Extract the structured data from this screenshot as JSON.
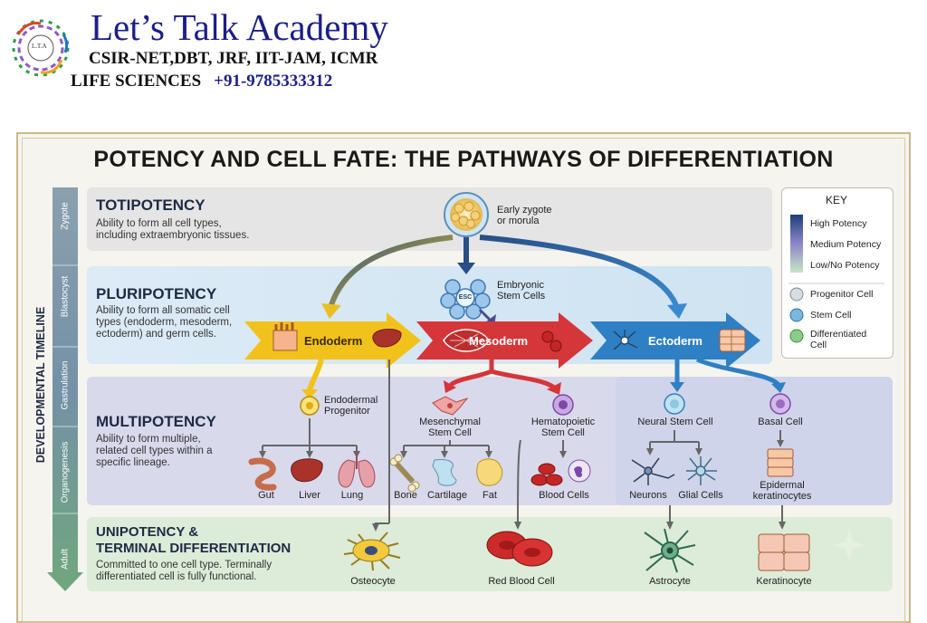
{
  "header": {
    "title": "Let’s Talk Academy",
    "subtitle1": "CSIR-NET,DBT, JRF, IIT-JAM, ICMR",
    "subtitle2": "LIFE SCIENCES",
    "phone": "+91-9785333312",
    "logo_text": "L.T.A"
  },
  "diagram": {
    "title": "POTENCY AND CELL FATE: THE PATHWAYS OF DIFFERENTIATION",
    "timeline": {
      "label": "DEVELOPMENTAL TIMELINE",
      "stages": [
        "Zygote",
        "Blastocyst",
        "Gastrulation",
        "Organogenesis",
        "Adult"
      ]
    },
    "levels": {
      "totipotency": {
        "title": "TOTIPOTENCY",
        "desc1": "Ability to form all cell types,",
        "desc2": "including extraembryonic tissues."
      },
      "pluripotency": {
        "title": "PLURIPOTENCY",
        "desc1": "Ability to form all somatic cell",
        "desc2": "types (endoderm, mesoderm,",
        "desc3": "ectoderm) and germ cells."
      },
      "multipotency": {
        "title": "MULTIPOTENCY",
        "desc1": "Ability to form multiple,",
        "desc2": "related cell types within a",
        "desc3": "specific lineage."
      },
      "unipotency": {
        "title1": "UNIPOTENCY &",
        "title2": "TERMINAL DIFFERENTIATION",
        "desc1": "Committed to one cell type. Terminally",
        "desc2": "differentiated cell is fully functional."
      }
    },
    "nodes": {
      "zygote1": "Early zygote",
      "zygote2": "or morula",
      "esc1": "Embryonic",
      "esc2": "Stem Cells",
      "esc_badge": "ESC",
      "endoderm": "Endoderm",
      "mesoderm": "Mesoderm",
      "ectoderm": "Ectoderm",
      "endo_prog1": "Endodermal",
      "endo_prog2": "Progenitor",
      "msc1": "Mesenchymal",
      "msc2": "Stem Cell",
      "hsc1": "Hematopoietic",
      "hsc2": "Stem Cell",
      "nsc": "Neural Stem Cell",
      "basal": "Basal Cell",
      "gut": "Gut",
      "liver": "Liver",
      "lung": "Lung",
      "bone": "Bone",
      "cartilage": "Cartilage",
      "fat": "Fat",
      "blood": "Blood Cells",
      "neurons": "Neurons",
      "glial": "Glial Cells",
      "epi1": "Epidermal",
      "epi2": "keratinocytes",
      "osteocyte": "Osteocyte",
      "rbc": "Red Blood Cell",
      "astrocyte": "Astrocyte",
      "keratinocyte": "Keratinocyte"
    },
    "key": {
      "title": "KEY",
      "high": "High Potency",
      "medium": "Medium Potency",
      "low": "Low/No Potency",
      "progenitor": "Progenitor Cell",
      "stem": "Stem Cell",
      "diff1": "Differentiated",
      "diff2": "Cell"
    },
    "colors": {
      "endoderm": "#f2c21c",
      "mesoderm": "#d4363a",
      "ectoderm": "#2f7fc4",
      "toti_band": "#e4e4e4",
      "pluri_band": "#d6e8f5",
      "multi_band": "#d7d8ea",
      "uni_band": "#dcecd8",
      "timeline": "#6f8da0"
    }
  }
}
